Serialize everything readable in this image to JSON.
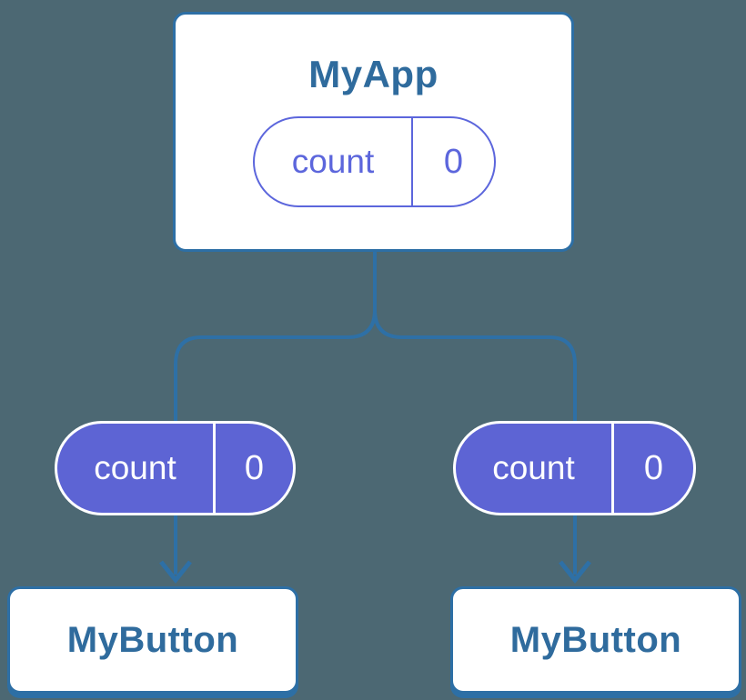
{
  "colors": {
    "background": "#4C6873",
    "connector": "#2E70A6",
    "node_border": "#2D6FA5",
    "node_title": "#2F6B9D",
    "pill_fill": "#5D64D4",
    "pill_outline": "#5C66DC",
    "pill_text": "#FFFFFF"
  },
  "tree": {
    "root": {
      "title": "MyApp",
      "state": {
        "key": "count",
        "value": "0"
      }
    },
    "children": [
      {
        "title": "MyButton",
        "state": {
          "key": "count",
          "value": "0"
        }
      },
      {
        "title": "MyButton",
        "state": {
          "key": "count",
          "value": "0"
        }
      }
    ]
  }
}
